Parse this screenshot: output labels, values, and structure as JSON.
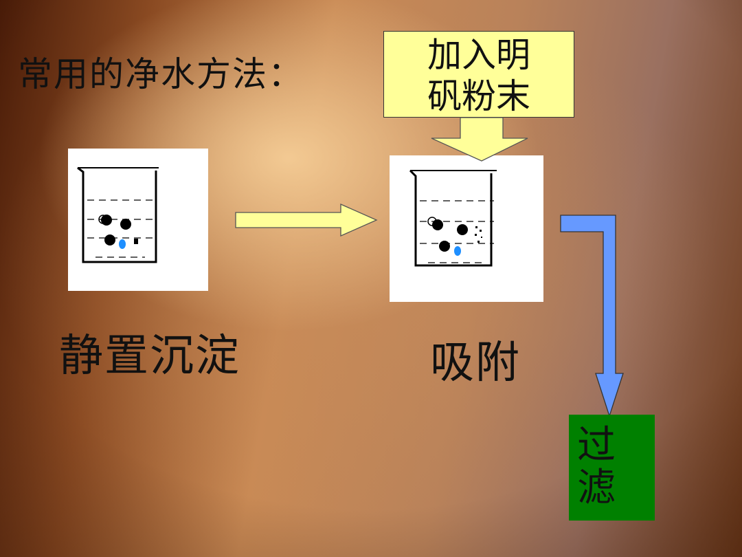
{
  "title": "常用的净水方法：",
  "callout": {
    "line1": "加入明",
    "line2": "矾粉末"
  },
  "steps": [
    {
      "label": "静置沉淀"
    },
    {
      "label": "吸附"
    }
  ],
  "filter_box": {
    "line1": "过",
    "line2": "滤"
  },
  "colors": {
    "callout_fill": "#ffff99",
    "arrow_fill": "#ffff99",
    "pipe_fill": "#6699ff",
    "filter_fill": "#008000"
  }
}
